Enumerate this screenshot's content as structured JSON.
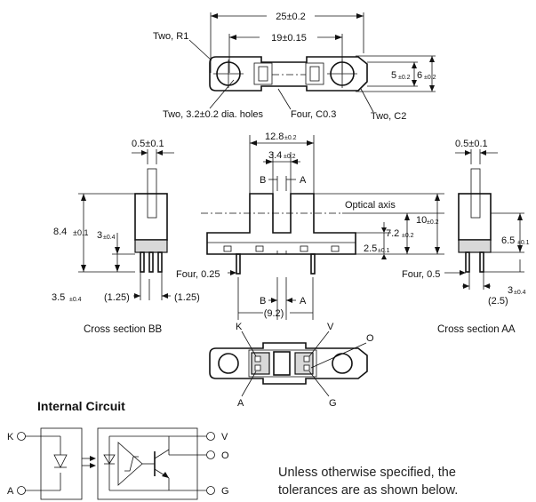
{
  "top_view": {
    "dim_overall": "25±0.2",
    "dim_hole_pitch": "19±0.15",
    "note_radius": "Two, R1",
    "note_holes": "Two, 3.2±0.2 dia. holes",
    "note_chamfer_c03": "Four, C0.3",
    "note_chamfer_c2": "Two, C2",
    "dim_slot_height_value": "5",
    "dim_slot_height_tol": "±0.2",
    "dim_body_height_value": "6",
    "dim_body_height_tol": "±0.2"
  },
  "front_view": {
    "dim_width_value": "12.8",
    "dim_width_tol": "±0.2",
    "dim_slot_value": "3.4",
    "dim_slot_tol": "±0.2",
    "label_b_top": "B",
    "label_a_top": "A",
    "label_b_bottom": "B",
    "label_a_bottom": "A",
    "optical_axis": "Optical axis",
    "dim_height_value": "10",
    "dim_height_tol": "±0.2",
    "dim_axis_value": "7.2",
    "dim_axis_tol": "±0.2",
    "dim_base_value": "2.5",
    "dim_base_tol": "±0.1",
    "note_pins": "Four, 0.25",
    "dim_pin_spacing": "(9.2)"
  },
  "section_bb": {
    "dim_top": "0.5±0.1",
    "dim_height_value": "8.4",
    "dim_height_tol": "±0.1",
    "dim_mid_value": "3",
    "dim_mid_tol": "±0.4",
    "dim_bottom_value": "3.5",
    "dim_bottom_tol": "±0.4",
    "dim_pitch_left": "(1.25)",
    "dim_pitch_right": "(1.25)",
    "caption": "Cross section BB"
  },
  "section_aa": {
    "dim_top": "0.5±0.1",
    "dim_height_value": "6.5",
    "dim_height_tol": "±0.1",
    "note_pins": "Four, 0.5",
    "dim_lead_value": "3",
    "dim_lead_tol": "±0.4",
    "dim_pitch": "(2.5)",
    "caption": "Cross section AA"
  },
  "bottom_view": {
    "pin_k": "K",
    "pin_v": "V",
    "pin_o": "O",
    "pin_a": "A",
    "pin_g": "G"
  },
  "internal_circuit": {
    "heading": "Internal Circuit",
    "terminal_k": "K",
    "terminal_a": "A",
    "terminal_v": "V",
    "terminal_o": "O",
    "terminal_g": "G"
  },
  "notes": {
    "line1": "Unless otherwise specified, the",
    "line2": "tolerances are as shown below."
  }
}
